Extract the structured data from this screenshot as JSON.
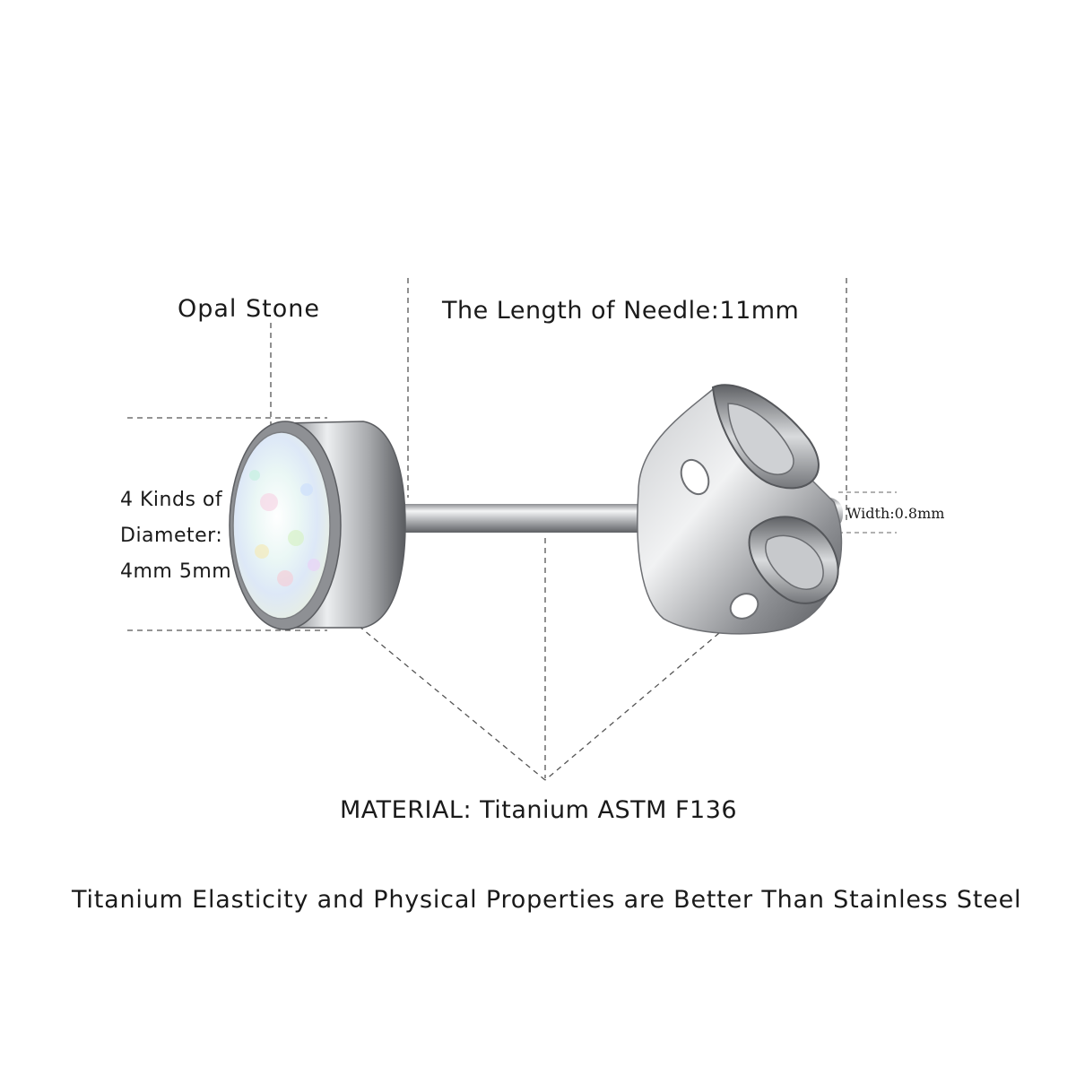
{
  "labels": {
    "opal_stone": "Opal  Stone",
    "needle_length": "The Length of Needle:11mm",
    "diameter_line1": "4 Kinds of",
    "diameter_line2": "Diameter:",
    "diameter_line3": "4mm 5mm",
    "width": "Width:0.8mm",
    "material": "MATERIAL: Titanium  ASTM F136",
    "footer": "Titanium Elasticity and Physical Properties are Better Than Stainless Steel"
  },
  "colors": {
    "text": "#1a1a1a",
    "dash_line": "#555555",
    "metal_light": "#e6e8ea",
    "metal_dark": "#6a6c70",
    "opal_base": "#eef6f4"
  }
}
